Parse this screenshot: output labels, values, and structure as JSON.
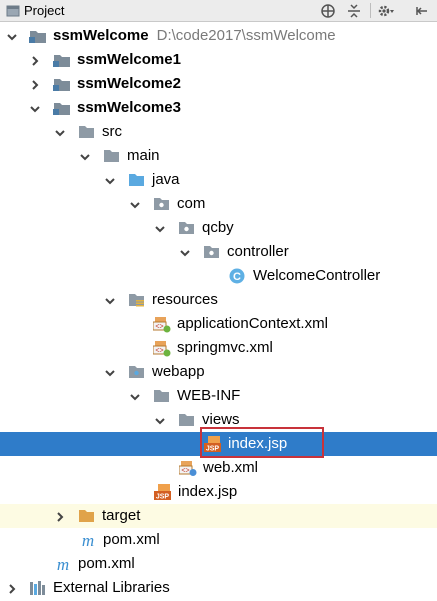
{
  "header": {
    "title": "Project",
    "icons": [
      "globe-icon",
      "collapse-icon",
      "gear-icon",
      "hide-icon"
    ]
  },
  "tree": {
    "ssmWelcome": {
      "label": "ssmWelcome",
      "path": "D:\\code2017\\ssmWelcome"
    },
    "ssmWelcome1": "ssmWelcome1",
    "ssmWelcome2": "ssmWelcome2",
    "ssmWelcome3": "ssmWelcome3",
    "src": "src",
    "main": "main",
    "java": "java",
    "com": "com",
    "qcby": "qcby",
    "controller": "controller",
    "WelcomeController": "WelcomeController",
    "resources": "resources",
    "applicationContext": "applicationContext.xml",
    "springmvc": "springmvc.xml",
    "webapp": "webapp",
    "webinf": "WEB-INF",
    "views": "views",
    "index_views": "index.jsp",
    "webxml": "web.xml",
    "index_webapp": "index.jsp",
    "target": "target",
    "pom_m": "pom.xml",
    "pom_root": "pom.xml",
    "external": "External Libraries"
  },
  "colors": {
    "selection": "#2f7cc9",
    "highlight_row": "#fdfbe3",
    "annotation_box": "#c8333a"
  }
}
